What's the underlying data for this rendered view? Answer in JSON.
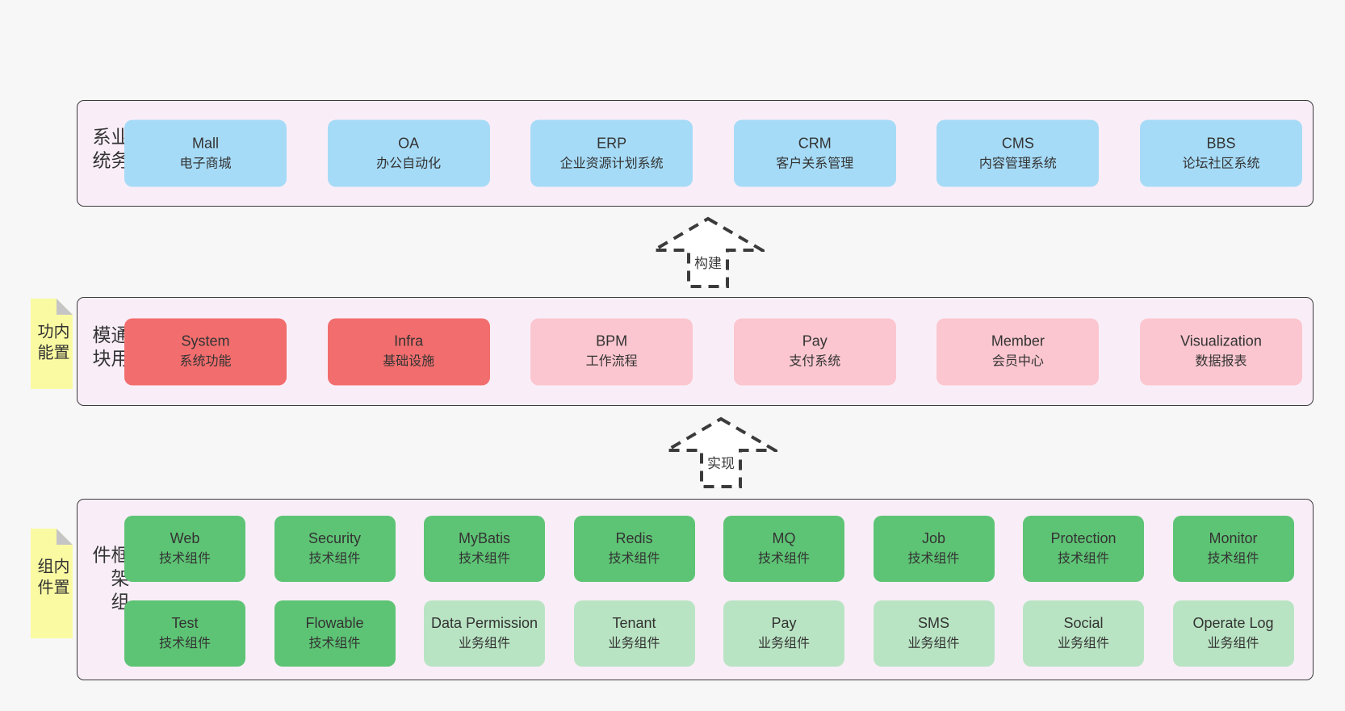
{
  "colors": {
    "page-bg": "#f7f7f7",
    "band-bg": "#f9eef8",
    "band-border": "#3b3b3b",
    "blue": "#a6dbf7",
    "red": "#f26d6d",
    "pink": "#fbc6cf",
    "green": "#5ec475",
    "light-green": "#b9e4c3",
    "tag-yellow": "#fafaa2",
    "fold-gray": "#c5c5c5",
    "text": "#333333"
  },
  "arrows": [
    {
      "label": "构建"
    },
    {
      "label": "实现"
    }
  ],
  "tags": [
    {
      "label": "内置功能"
    },
    {
      "label": "内置组件"
    }
  ],
  "bands": [
    {
      "label": "业务系统",
      "boxes": [
        {
          "title": "Mall",
          "subtitle": "电子商城",
          "variant": "blue"
        },
        {
          "title": "OA",
          "subtitle": "办公自动化",
          "variant": "blue"
        },
        {
          "title": "ERP",
          "subtitle": "企业资源计划系统",
          "variant": "blue"
        },
        {
          "title": "CRM",
          "subtitle": "客户关系管理",
          "variant": "blue"
        },
        {
          "title": "CMS",
          "subtitle": "内容管理系统",
          "variant": "blue"
        },
        {
          "title": "BBS",
          "subtitle": "论坛社区系统",
          "variant": "blue"
        }
      ]
    },
    {
      "label": "通用模块",
      "boxes": [
        {
          "title": "System",
          "subtitle": "系统功能",
          "variant": "red"
        },
        {
          "title": "Infra",
          "subtitle": "基础设施",
          "variant": "red"
        },
        {
          "title": "BPM",
          "subtitle": "工作流程",
          "variant": "pink"
        },
        {
          "title": "Pay",
          "subtitle": "支付系统",
          "variant": "pink"
        },
        {
          "title": "Member",
          "subtitle": "会员中心",
          "variant": "pink"
        },
        {
          "title": "Visualization",
          "subtitle": "数据报表",
          "variant": "pink"
        }
      ]
    },
    {
      "label": "框架组件",
      "rows": [
        [
          {
            "title": "Web",
            "subtitle": "技术组件",
            "variant": "green"
          },
          {
            "title": "Security",
            "subtitle": "技术组件",
            "variant": "green"
          },
          {
            "title": "MyBatis",
            "subtitle": "技术组件",
            "variant": "green"
          },
          {
            "title": "Redis",
            "subtitle": "技术组件",
            "variant": "green"
          },
          {
            "title": "MQ",
            "subtitle": "技术组件",
            "variant": "green"
          },
          {
            "title": "Job",
            "subtitle": "技术组件",
            "variant": "green"
          },
          {
            "title": "Protection",
            "subtitle": "技术组件",
            "variant": "green"
          },
          {
            "title": "Monitor",
            "subtitle": "技术组件",
            "variant": "green"
          }
        ],
        [
          {
            "title": "Test",
            "subtitle": "技术组件",
            "variant": "green"
          },
          {
            "title": "Flowable",
            "subtitle": "技术组件",
            "variant": "green"
          },
          {
            "title": "Data Permission",
            "subtitle": "业务组件",
            "variant": "light-green"
          },
          {
            "title": "Tenant",
            "subtitle": "业务组件",
            "variant": "light-green"
          },
          {
            "title": "Pay",
            "subtitle": "业务组件",
            "variant": "light-green"
          },
          {
            "title": "SMS",
            "subtitle": "业务组件",
            "variant": "light-green"
          },
          {
            "title": "Social",
            "subtitle": "业务组件",
            "variant": "light-green"
          },
          {
            "title": "Operate Log",
            "subtitle": "业务组件",
            "variant": "light-green"
          }
        ]
      ]
    }
  ]
}
